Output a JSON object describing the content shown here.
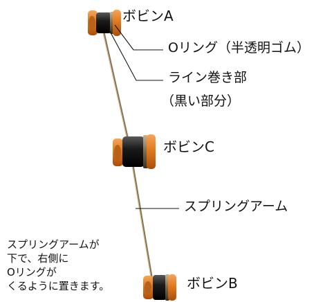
{
  "labels": {
    "bobbin_a": "ボビンA",
    "o_ring": "Oリング（半透明ゴム）",
    "line_winding_1": "ライン巻き部",
    "line_winding_2": "（黒い部分）",
    "bobbin_c": "ボビンC",
    "spring_arm": "スプリングアーム",
    "bobbin_b": "ボビンB"
  },
  "note": {
    "line1": "スプリングアームが",
    "line2": "下で、右側に",
    "line3": "Oリングが",
    "line4": "くるように置きます。"
  },
  "colors": {
    "orange": "#e07a1f",
    "black_winding": "#1b1b1b",
    "spring_arm": "#8a7350",
    "leader_line": "#111111"
  }
}
